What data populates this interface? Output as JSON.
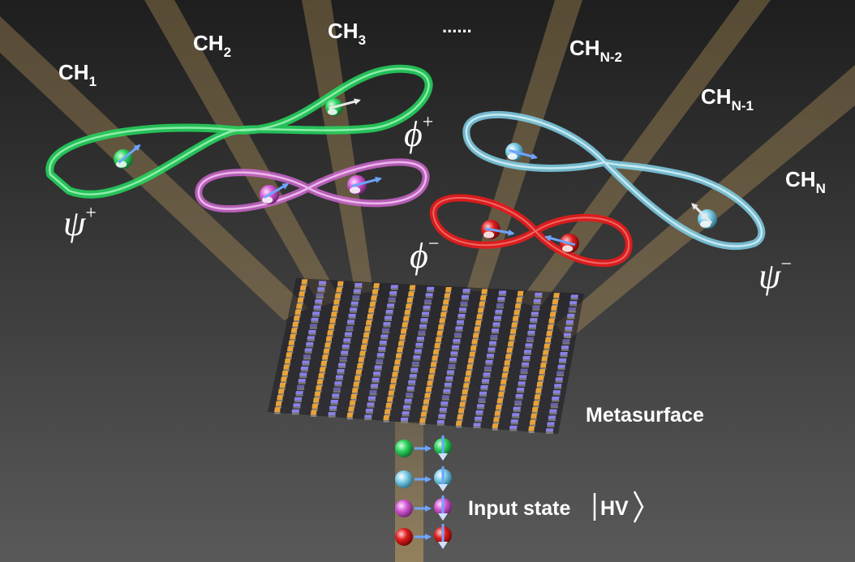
{
  "channels": {
    "ch1": {
      "base": "CH",
      "sub": "1"
    },
    "ch2": {
      "base": "CH",
      "sub": "2"
    },
    "ch3": {
      "base": "CH",
      "sub": "3"
    },
    "ellipsis": "......",
    "chn2": {
      "base": "CH",
      "sub": "N-2"
    },
    "chn1": {
      "base": "CH",
      "sub": "N-1"
    },
    "chn": {
      "base": "CH",
      "sub": "N"
    }
  },
  "states": {
    "psi_plus": {
      "symbol": "ψ",
      "sign": "+"
    },
    "phi_plus": {
      "symbol": "ϕ",
      "sign": "+"
    },
    "phi_minus": {
      "symbol": "ϕ",
      "sign": "−"
    },
    "psi_minus": {
      "symbol": "ψ",
      "sign": "−"
    }
  },
  "labels": {
    "metasurface": "Metasurface",
    "input_state": "Input state",
    "input_ket": "HV"
  },
  "colors": {
    "background_top": "#1e1e1e",
    "background_bottom": "#585858",
    "beam": "#c9a461",
    "green": "#2fe26b",
    "cyan": "#7fd0e8",
    "magenta": "#d86cd8",
    "red": "#e0201c",
    "pillar_gold": "#f2a93a",
    "pillar_purple": "#8f86f2"
  }
}
